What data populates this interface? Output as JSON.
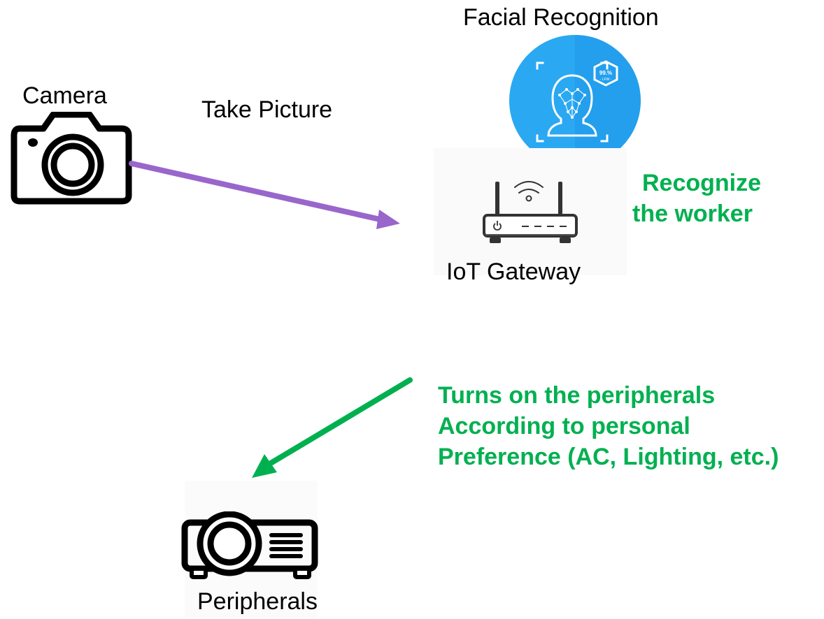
{
  "diagram": {
    "nodes": {
      "camera": {
        "label": "Camera",
        "icon": "camera-icon"
      },
      "facial_recognition": {
        "label": "Facial Recognition",
        "icon": "face-scan-icon",
        "badge_value": "99.%",
        "badge_sub": "- LFW -"
      },
      "gateway": {
        "label": "IoT Gateway",
        "icon": "router-icon"
      },
      "peripherals": {
        "label": "Peripherals",
        "icon": "projector-icon"
      }
    },
    "edges": {
      "take_picture": {
        "label": "Take Picture",
        "color": "#9966cc"
      },
      "recognize": {
        "line1": "Recognize",
        "line2": "the worker",
        "color": "#00b050"
      },
      "turn_on": {
        "line1": "Turns on the peripherals",
        "line2": "According to personal",
        "line3": "Preference (AC, Lighting, etc.)",
        "color": "#00b050"
      }
    }
  },
  "colors": {
    "face_icon_bg": "#2aa8f2",
    "green": "#00b050",
    "purple": "#9966cc"
  }
}
